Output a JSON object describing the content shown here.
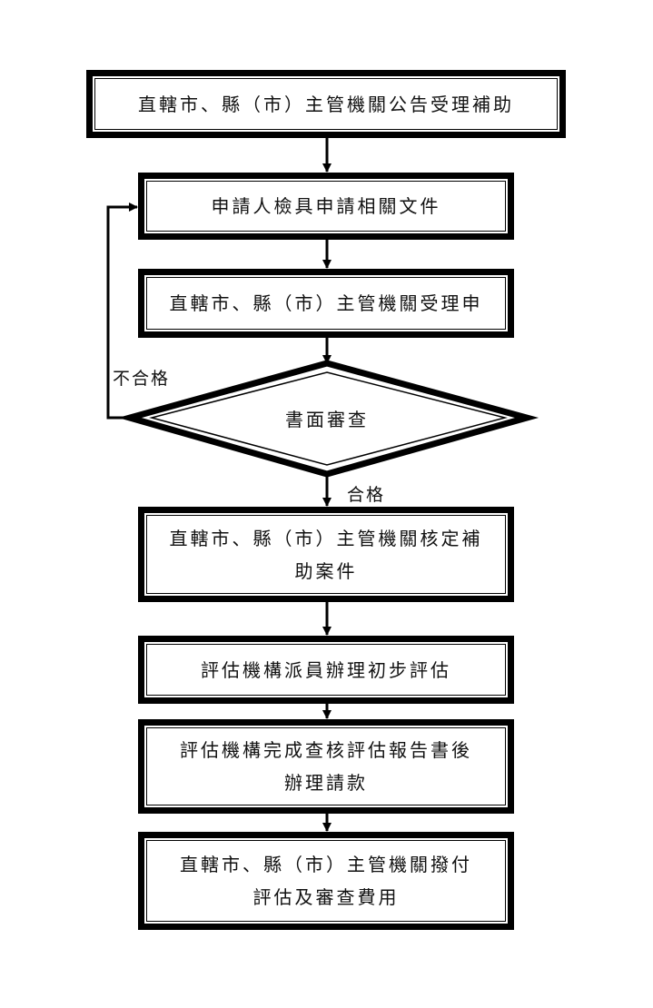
{
  "diagram": {
    "type": "flowchart",
    "nodes": [
      {
        "id": "n1",
        "shape": "double-rect",
        "text": "直轄市、縣（市）主管機關公告受理補助"
      },
      {
        "id": "n2",
        "shape": "double-rect",
        "text": "申請人檢具申請相關文件"
      },
      {
        "id": "n3",
        "shape": "double-rect",
        "text": "直轄市、縣（市）主管機關受理申"
      },
      {
        "id": "n4",
        "shape": "diamond",
        "text": "書面審查"
      },
      {
        "id": "n5",
        "shape": "double-rect",
        "text": "直轄市、縣（市）主管機關核定補助案件"
      },
      {
        "id": "n6",
        "shape": "double-rect",
        "text": "評估機構派員辦理初步評估"
      },
      {
        "id": "n7",
        "shape": "double-rect",
        "text": "評估機構完成查核評估報告書後辦理請款"
      },
      {
        "id": "n8",
        "shape": "double-rect",
        "text": "直轄市、縣（市）主管機關撥付評估及審查費用"
      }
    ],
    "edges": [
      {
        "from": "n1",
        "to": "n2",
        "label": ""
      },
      {
        "from": "n2",
        "to": "n3",
        "label": ""
      },
      {
        "from": "n3",
        "to": "n4",
        "label": ""
      },
      {
        "from": "n4",
        "to": "n5",
        "label": "合格"
      },
      {
        "from": "n4",
        "to": "n2",
        "label": "不合格"
      },
      {
        "from": "n5",
        "to": "n6",
        "label": ""
      },
      {
        "from": "n6",
        "to": "n7",
        "label": ""
      },
      {
        "from": "n7",
        "to": "n8",
        "label": ""
      }
    ]
  },
  "boxes": {
    "announce": "直轄市、縣（市）主管機關公告受理補助",
    "submit": "申請人檢具申請相關文件",
    "accept": "直轄市、縣（市）主管機關受理申",
    "review": "書面審查",
    "approve_line1": "直轄市、縣（市）主管機關核定補",
    "approve_line2": "助案件",
    "preliminary": "評估機構派員辦理初步評估",
    "payment_request_line1": "評估機構完成查核評估報告書後",
    "payment_request_line2": "辦理請款",
    "disburse_line1": "直轄市、縣（市）主管機關撥付",
    "disburse_line2": "評估及審查費用"
  },
  "edge_labels": {
    "pass": "合格",
    "fail": "不合格"
  }
}
